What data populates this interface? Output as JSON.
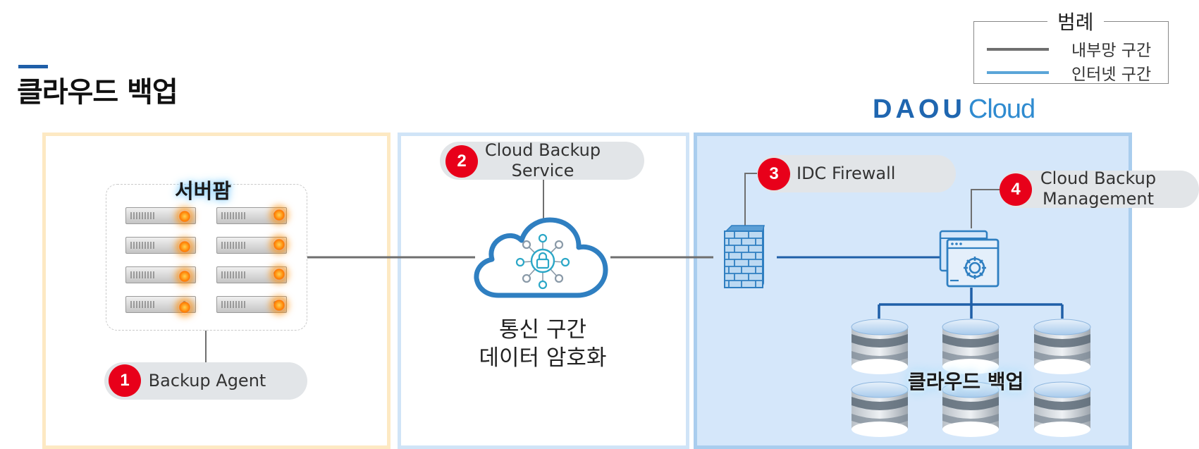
{
  "title": "클라우드 백업",
  "legend": {
    "title": "범례",
    "items": [
      {
        "label": "내부망 구간",
        "color": "#6f6f6f"
      },
      {
        "label": "인터넷 구간",
        "color": "#5aa5d8"
      }
    ]
  },
  "brand": {
    "mark": "DAOU",
    "product": "Cloud"
  },
  "colors": {
    "badge": "#e8001a",
    "internal_line": "#6f6f6f",
    "internet_line": "#1f5fa8",
    "customer_zone_border": "#fde9c3",
    "network_zone_border": "#d0e4f7",
    "idc_zone_fill": "#d5e7fa",
    "icon_blue": "#2f7fc1"
  },
  "server_farm": {
    "label": "서버팜",
    "icon": "server-rack-icon"
  },
  "steps": [
    {
      "number": "1",
      "label": "Backup Agent"
    },
    {
      "number": "2",
      "label": "Cloud Backup Service"
    },
    {
      "number": "3",
      "label": "IDC Firewall"
    },
    {
      "number": "4",
      "label": "Cloud Backup Management"
    }
  ],
  "cloud": {
    "icon": "secure-cloud-icon",
    "caption_line1": "통신 구간",
    "caption_line2": "데이터 암호화"
  },
  "firewall": {
    "icon": "firewall-icon"
  },
  "management": {
    "icon": "management-console-icon"
  },
  "storage": {
    "label": "클라우드 백업",
    "icon": "database-icon"
  }
}
